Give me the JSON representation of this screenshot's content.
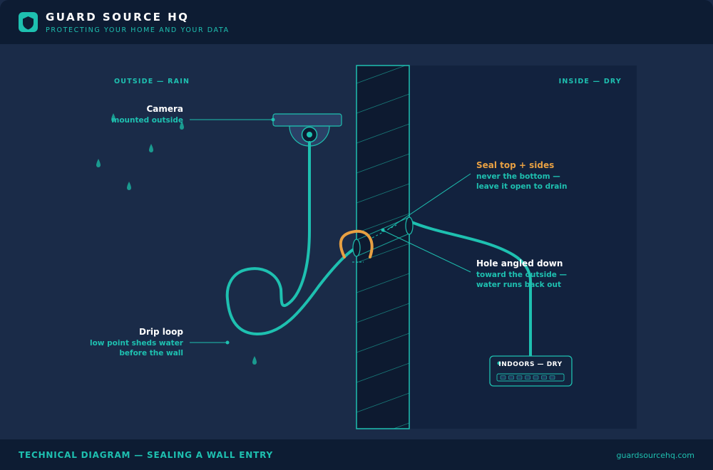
{
  "header": {
    "title": "GUARD SOURCE HQ",
    "tagline": "PROTECTING YOUR HOME AND YOUR DATA"
  },
  "diagram": {
    "zone_outside": "OUTSIDE — RAIN",
    "zone_inside": "INSIDE — DRY",
    "camera": {
      "title": "Camera",
      "detail": "mounted outside"
    },
    "seal": {
      "title": "Seal top + sides",
      "line1": "never the bottom —",
      "line2": "leave it open to drain"
    },
    "hole": {
      "title": "Hole angled down",
      "line1": "toward the outside —",
      "line2": "water runs back out"
    },
    "drip": {
      "title": "Drip loop",
      "line1": "low point sheds water",
      "line2": "before the wall"
    },
    "indoor_box": {
      "label": "INDOORS — DRY"
    }
  },
  "footer": {
    "title": "TECHNICAL DIAGRAM — SEALING A WALL ENTRY",
    "url": "guardsourcehq.com"
  },
  "colors": {
    "background": "#1a2b48",
    "bar": "#0d1c33",
    "inside_panel": "#12223e",
    "wall": "#0d1a30",
    "teal": "#1ec0b0",
    "seal_orange": "#e8a042",
    "white": "#ffffff"
  },
  "icons": [
    "shield-icon",
    "raindrop-icon",
    "security-camera-icon",
    "network-switch-icon"
  ]
}
